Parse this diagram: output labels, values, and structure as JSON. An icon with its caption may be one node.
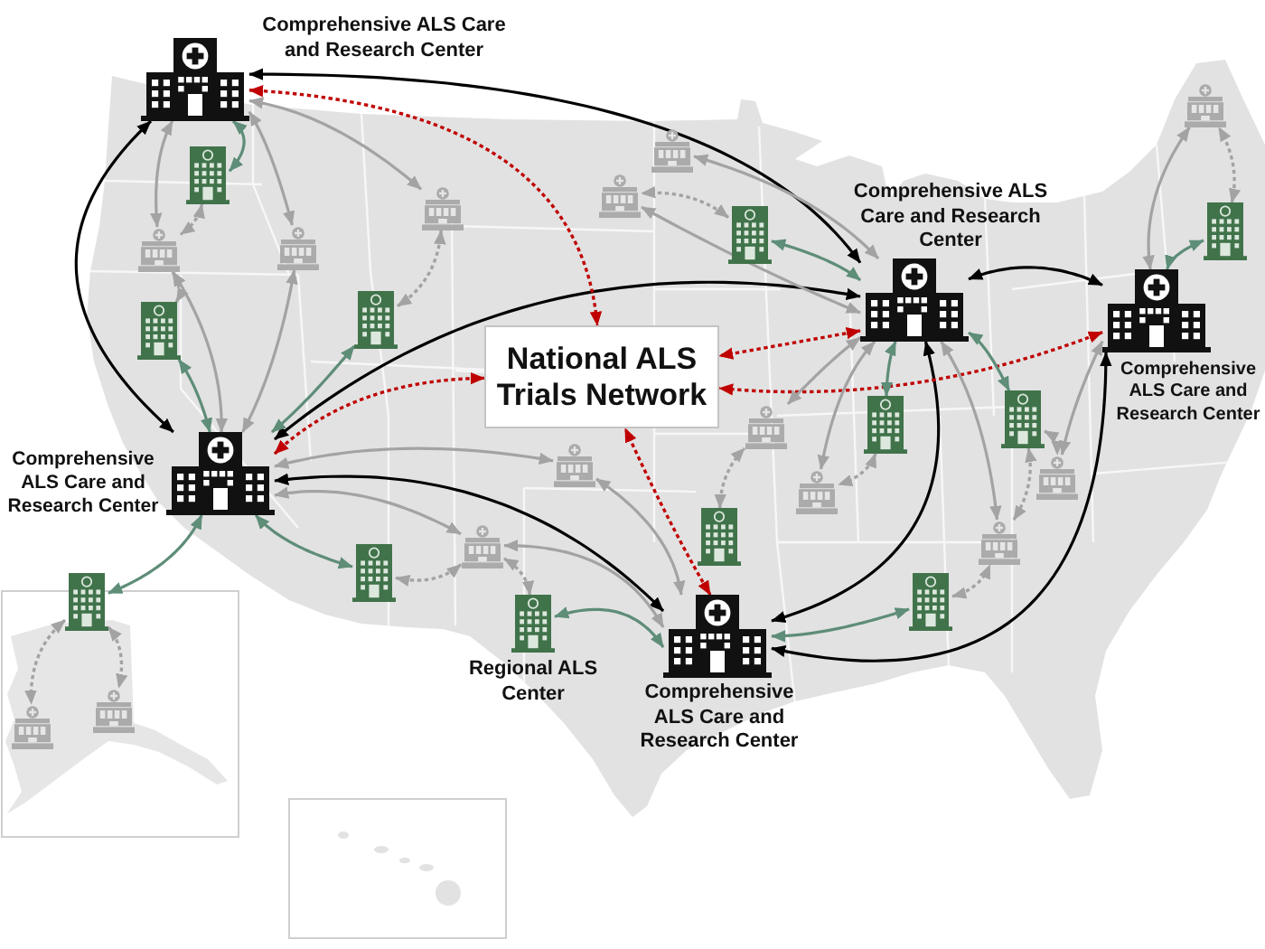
{
  "diagram": {
    "nodes": [
      {
        "text": [],
        "shape": "building",
        "beside": [
          "Comprehensive ALS Care and Research Center"
        ]
      },
      {
        "text": [],
        "shape": "building"
      },
      {
        "text": [],
        "shape": "building"
      },
      {
        "text": [],
        "shape": "building"
      },
      {
        "text": [],
        "shape": "building"
      },
      {
        "text": [],
        "shape": "building"
      },
      {
        "text": [],
        "shape": "building"
      },
      {
        "text": [],
        "shape": "building"
      },
      {
        "text": [],
        "shape": "building"
      },
      {
        "text": [],
        "shape": "building"
      },
      {
        "text": [],
        "shape": "building",
        "beside": [
          "Comprehensive ALS Care and Research Center"
        ]
      },
      {
        "text": [],
        "shape": "building",
        "beside": [
          "Comprehensive ALS Care and Research Center"
        ]
      },
      {
        "text": [],
        "shape": "building"
      },
      {
        "text": [],
        "shape": "building"
      },
      {
        "text": [
          "National ALS Trials Network"
        ]
      },
      {
        "text": [],
        "shape": "building"
      },
      {
        "text": [],
        "shape": "building"
      },
      {
        "text": [],
        "shape": "building"
      },
      {
        "text": [],
        "shape": "building"
      },
      {
        "text": [],
        "shape": "building",
        "beside": [
          "Comprehensive ALS Care and Research Center"
        ]
      },
      {
        "text": [],
        "shape": "building"
      },
      {
        "text": [],
        "shape": "building"
      },
      {
        "text": [],
        "shape": "building"
      },
      {
        "text": [],
        "shape": "building"
      },
      {
        "text": [],
        "shape": "building"
      },
      {
        "text": [],
        "shape": "building"
      },
      {
        "text": [],
        "shape": "building"
      },
      {
        "text": [],
        "shape": "building"
      },
      {
        "text": [],
        "shape": "building",
        "beside": [
          "Regional ALS Center"
        ]
      },
      {
        "text": [],
        "shape": "building",
        "beside": [
          "Comprehensive ALS Care and Research Center"
        ]
      },
      {
        "text": [],
        "shape": "building"
      },
      {
        "text": [],
        "shape": "building"
      }
    ],
    "edges": [
      {
        "from": 0,
        "to": 19,
        "arrow": "both",
        "color": "#000000"
      },
      {
        "from": 0,
        "to": 10,
        "arrow": "both",
        "color": "#000000"
      },
      {
        "from": 19,
        "to": 10,
        "arrow": "both",
        "color": "#000000"
      },
      {
        "from": 10,
        "to": 11,
        "arrow": "both",
        "color": "#000000"
      },
      {
        "from": 19,
        "to": 29,
        "arrow": "both",
        "color": "#000000"
      },
      {
        "from": 10,
        "to": 29,
        "arrow": "both",
        "color": "#000000"
      },
      {
        "from": 11,
        "to": 29,
        "arrow": "both",
        "color": "#000000"
      },
      {
        "from": 0,
        "to": 14,
        "arrow": "both",
        "style": "dashed",
        "color": "#c00000"
      },
      {
        "from": 19,
        "to": 14,
        "arrow": "both",
        "style": "dashed",
        "color": "#c00000"
      },
      {
        "from": 10,
        "to": 14,
        "arrow": "both",
        "style": "dashed",
        "color": "#c00000"
      },
      {
        "from": 11,
        "to": 14,
        "arrow": "both",
        "style": "dashed",
        "color": "#c00000"
      },
      {
        "from": 29,
        "to": 14,
        "arrow": "both",
        "style": "dashed",
        "color": "#c00000"
      },
      {
        "from": 0,
        "to": 3,
        "arrow": "both",
        "color": "#5e8d78"
      },
      {
        "from": 19,
        "to": 13,
        "arrow": "both",
        "color": "#5e8d78"
      },
      {
        "from": 19,
        "to": 12,
        "arrow": "both",
        "color": "#5e8d78"
      },
      {
        "from": 19,
        "to": 26,
        "arrow": "both",
        "color": "#5e8d78"
      },
      {
        "from": 19,
        "to": 25,
        "arrow": "both",
        "color": "#5e8d78"
      },
      {
        "from": 10,
        "to": 6,
        "arrow": "both",
        "color": "#5e8d78"
      },
      {
        "from": 10,
        "to": 16,
        "arrow": "both",
        "color": "#5e8d78"
      },
      {
        "from": 10,
        "to": 17,
        "arrow": "both",
        "color": "#5e8d78"
      },
      {
        "from": 11,
        "to": 7,
        "arrow": "both",
        "color": "#5e8d78"
      },
      {
        "from": 29,
        "to": 28,
        "arrow": "both",
        "color": "#5e8d78"
      },
      {
        "from": 29,
        "to": 27,
        "arrow": "both",
        "color": "#5e8d78"
      },
      {
        "from": 0,
        "to": 8,
        "arrow": "both"
      },
      {
        "from": 0,
        "to": 9,
        "arrow": "both"
      },
      {
        "from": 0,
        "to": 5,
        "arrow": "both"
      },
      {
        "from": 19,
        "to": 8,
        "arrow": "both"
      },
      {
        "from": 19,
        "to": 9,
        "arrow": "both"
      },
      {
        "from": 19,
        "to": 18,
        "arrow": "both"
      },
      {
        "from": 19,
        "to": 23,
        "arrow": "both"
      },
      {
        "from": 10,
        "to": 4,
        "arrow": "both"
      },
      {
        "from": 10,
        "to": 2,
        "arrow": "both"
      },
      {
        "from": 10,
        "to": 15,
        "arrow": "both"
      },
      {
        "from": 10,
        "to": 21,
        "arrow": "both"
      },
      {
        "from": 10,
        "to": 24,
        "arrow": "both"
      },
      {
        "from": 11,
        "to": 1,
        "arrow": "both"
      },
      {
        "from": 11,
        "to": 20,
        "arrow": "both"
      },
      {
        "from": 29,
        "to": 18,
        "arrow": "both"
      },
      {
        "from": 29,
        "to": 23,
        "arrow": "both"
      },
      {
        "from": 3,
        "to": 8,
        "arrow": "both",
        "style": "dashed"
      },
      {
        "from": 13,
        "to": 8,
        "arrow": "both",
        "style": "dashed"
      },
      {
        "from": 12,
        "to": 5,
        "arrow": "both",
        "style": "dashed"
      },
      {
        "from": 6,
        "to": 4,
        "arrow": "both",
        "style": "dashed"
      },
      {
        "from": 7,
        "to": 1,
        "arrow": "both",
        "style": "dashed"
      },
      {
        "from": 16,
        "to": 21,
        "arrow": "both",
        "style": "dashed"
      },
      {
        "from": 17,
        "to": 24,
        "arrow": "both",
        "style": "dashed"
      },
      {
        "from": 17,
        "to": 20,
        "arrow": "both",
        "style": "dashed"
      },
      {
        "from": 22,
        "to": 15,
        "arrow": "both",
        "style": "dashed"
      },
      {
        "from": 27,
        "to": 24,
        "arrow": "both",
        "style": "dashed"
      },
      {
        "from": 25,
        "to": 23,
        "arrow": "both",
        "style": "dashed"
      },
      {
        "from": 28,
        "to": 23,
        "arrow": "both",
        "style": "dashed"
      },
      {
        "from": 26,
        "to": 31,
        "arrow": "both",
        "style": "dashed"
      },
      {
        "from": 26,
        "to": 30,
        "arrow": "both",
        "style": "dashed"
      }
    ]
  }
}
